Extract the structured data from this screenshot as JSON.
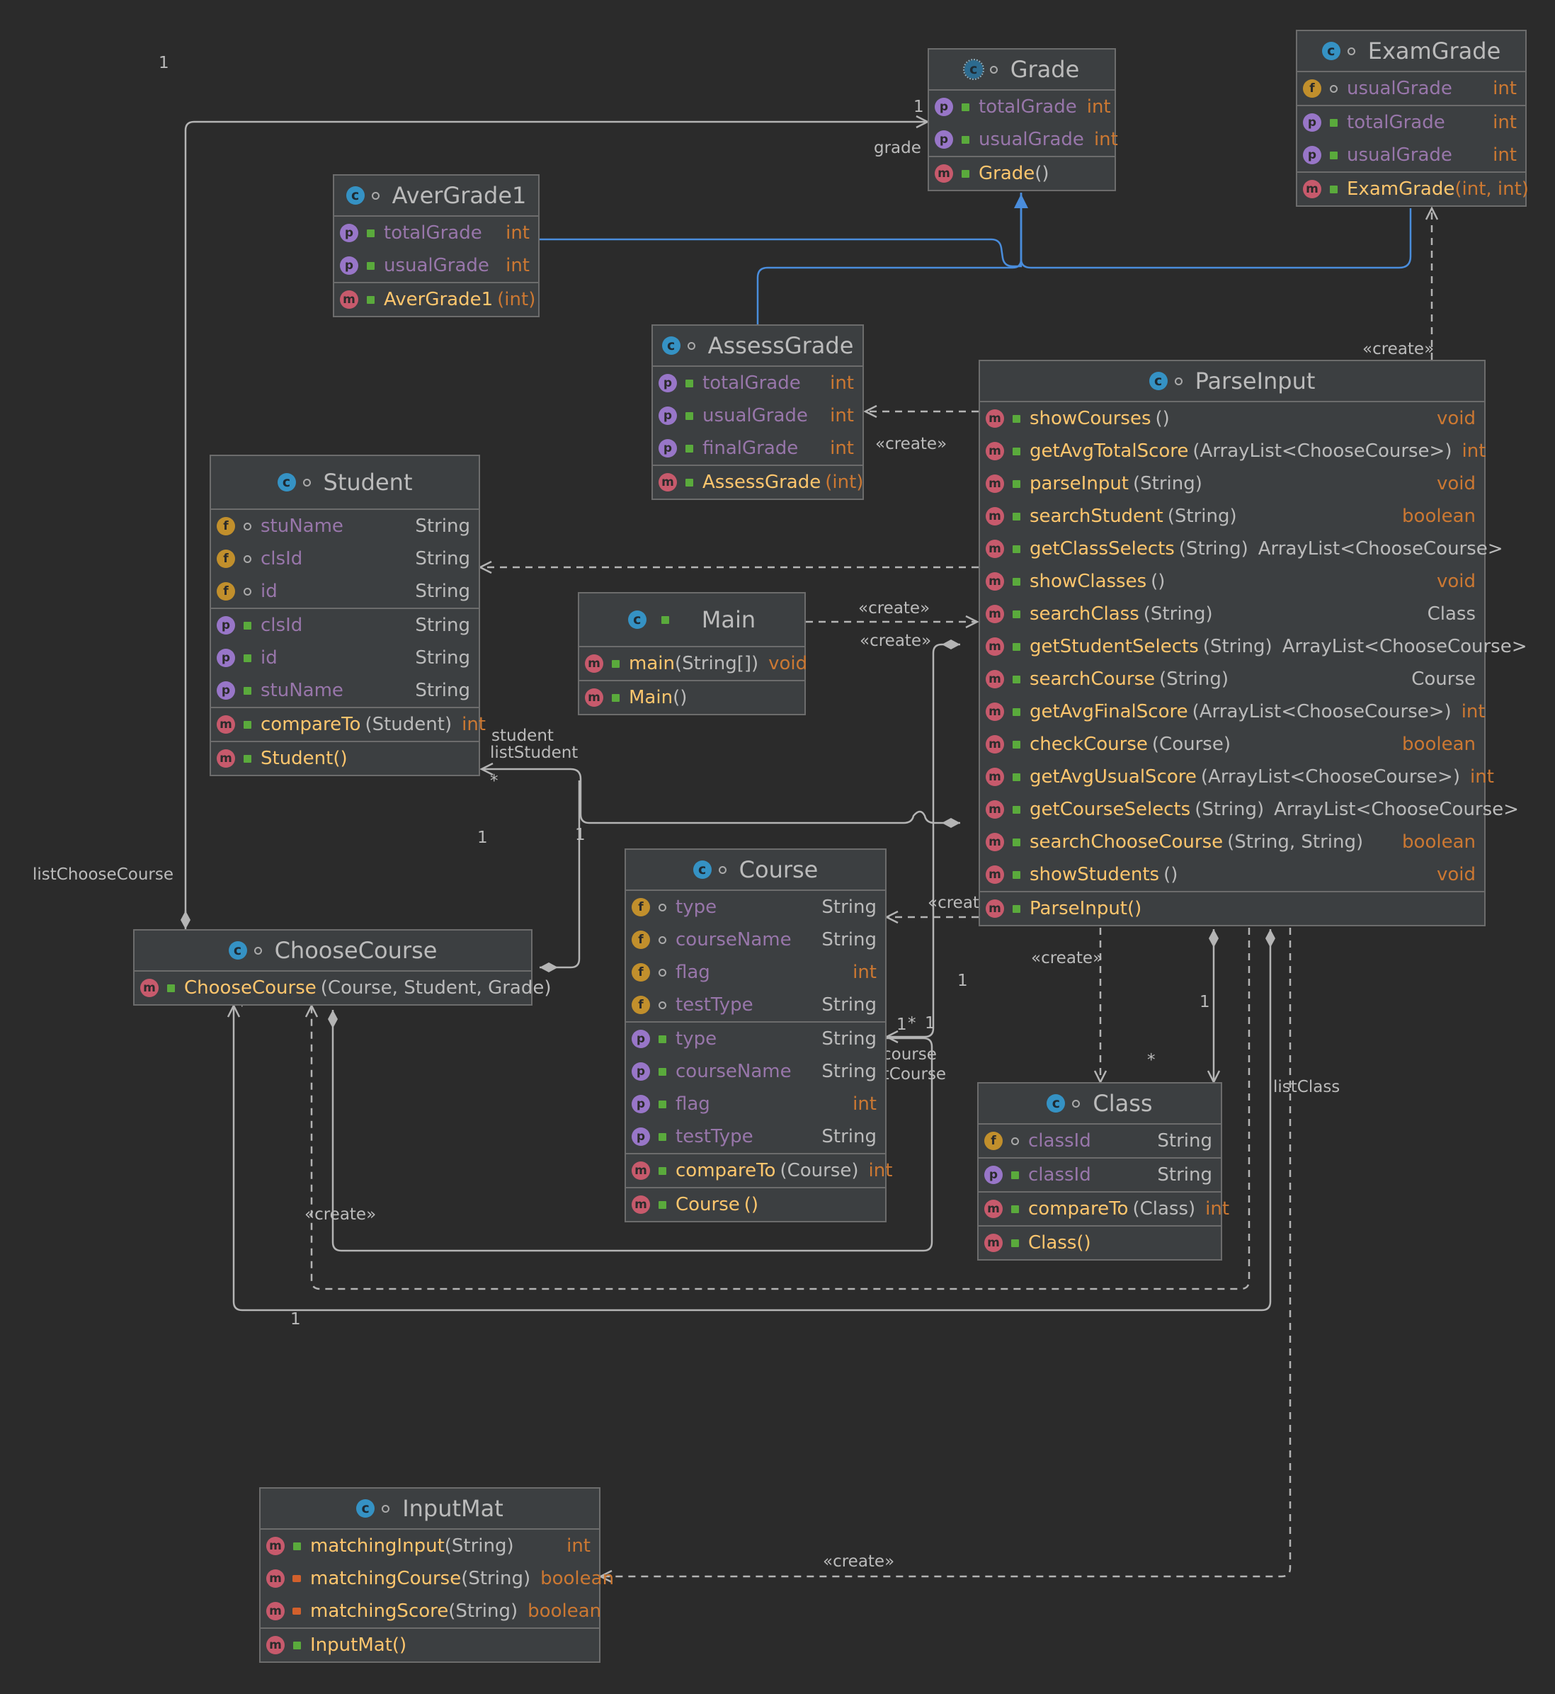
{
  "classes": {
    "grade": {
      "name": "Grade",
      "fields": [],
      "properties": [
        {
          "name": "totalGrade",
          "type": "int"
        },
        {
          "name": "usualGrade",
          "type": "int"
        }
      ],
      "methods": [
        {
          "name": "Grade",
          "params": "()",
          "type": ""
        }
      ]
    },
    "examgrade": {
      "name": "ExamGrade",
      "fields": [
        {
          "name": "usualGrade",
          "type": "int"
        }
      ],
      "properties": [
        {
          "name": "totalGrade",
          "type": "int"
        },
        {
          "name": "usualGrade",
          "type": "int"
        }
      ],
      "methods": [
        {
          "name": "ExamGrade",
          "params": "(int, int)",
          "type": ""
        }
      ]
    },
    "avergrade1": {
      "name": "AverGrade1",
      "fields": [],
      "properties": [
        {
          "name": "totalGrade",
          "type": "int"
        },
        {
          "name": "usualGrade",
          "type": "int"
        }
      ],
      "methods": [
        {
          "name": "AverGrade1",
          "params": "(int)",
          "type": ""
        }
      ]
    },
    "assessgrade": {
      "name": "AssessGrade",
      "fields": [],
      "properties": [
        {
          "name": "totalGrade",
          "type": "int"
        },
        {
          "name": "usualGrade",
          "type": "int"
        },
        {
          "name": "finalGrade",
          "type": "int"
        }
      ],
      "methods": [
        {
          "name": "AssessGrade",
          "params": "(int)",
          "type": ""
        }
      ]
    },
    "student": {
      "name": "Student",
      "fields": [
        {
          "name": "stuName",
          "type": "String"
        },
        {
          "name": "clsId",
          "type": "String"
        },
        {
          "name": "id",
          "type": "String"
        }
      ],
      "properties": [
        {
          "name": "clsId",
          "type": "String"
        },
        {
          "name": "id",
          "type": "String"
        },
        {
          "name": "stuName",
          "type": "String"
        }
      ],
      "methods": [
        {
          "name": "compareTo",
          "params": "(Student)",
          "type": "int"
        }
      ],
      "constructors": [
        {
          "name": "Student",
          "params": "()",
          "type": ""
        }
      ]
    },
    "main": {
      "name": "Main",
      "methods": [
        {
          "name": "main",
          "params": "(String[])",
          "type": "void"
        },
        {
          "name": "Main",
          "params": "()",
          "type": ""
        }
      ]
    },
    "parseinput": {
      "name": "ParseInput",
      "methods": [
        {
          "name": "showCourses",
          "params": "()",
          "type": "void"
        },
        {
          "name": "getAvgTotalScore",
          "params": "(ArrayList<ChooseCourse>)",
          "type": "int"
        },
        {
          "name": "parseInput",
          "params": "(String)",
          "type": "void"
        },
        {
          "name": "searchStudent",
          "params": "(String)",
          "type": "boolean"
        },
        {
          "name": "getClassSelects",
          "params": "(String)",
          "type": "ArrayList<ChooseCourse>"
        },
        {
          "name": "showClasses",
          "params": "()",
          "type": "void"
        },
        {
          "name": "searchClass",
          "params": "(String)",
          "type": "Class"
        },
        {
          "name": "getStudentSelects",
          "params": "(String)",
          "type": "ArrayList<ChooseCourse>"
        },
        {
          "name": "searchCourse",
          "params": "(String)",
          "type": "Course"
        },
        {
          "name": "getAvgFinalScore",
          "params": "(ArrayList<ChooseCourse>)",
          "type": "int"
        },
        {
          "name": "checkCourse",
          "params": "(Course)",
          "type": "boolean"
        },
        {
          "name": "getAvgUsualScore",
          "params": "(ArrayList<ChooseCourse>)",
          "type": "int"
        },
        {
          "name": "getCourseSelects",
          "params": "(String)",
          "type": "ArrayList<ChooseCourse>"
        },
        {
          "name": "searchChooseCourse",
          "params": "(String, String)",
          "type": "boolean"
        },
        {
          "name": "showStudents",
          "params": "()",
          "type": "void"
        }
      ],
      "constructors": [
        {
          "name": "ParseInput",
          "params": "()",
          "type": ""
        }
      ]
    },
    "course": {
      "name": "Course",
      "fields": [
        {
          "name": "type",
          "type": "String"
        },
        {
          "name": "courseName",
          "type": "String"
        },
        {
          "name": "flag",
          "type": "int"
        },
        {
          "name": "testType",
          "type": "String"
        }
      ],
      "properties": [
        {
          "name": "type",
          "type": "String"
        },
        {
          "name": "courseName",
          "type": "String"
        },
        {
          "name": "flag",
          "type": "int"
        },
        {
          "name": "testType",
          "type": "String"
        }
      ],
      "methods": [
        {
          "name": "compareTo",
          "params": "(Course)",
          "type": "int"
        }
      ],
      "constructors": [
        {
          "name": "Course",
          "params": "()",
          "type": ""
        }
      ]
    },
    "choosecourse": {
      "name": "ChooseCourse",
      "methods": [
        {
          "name": "ChooseCourse",
          "params": "(Course, Student, Grade)",
          "type": ""
        }
      ]
    },
    "class": {
      "name": "Class",
      "fields": [
        {
          "name": "classId",
          "type": "String"
        }
      ],
      "properties": [
        {
          "name": "classId",
          "type": "String"
        }
      ],
      "methods": [
        {
          "name": "compareTo",
          "params": "(Class)",
          "type": "int"
        }
      ],
      "constructors": [
        {
          "name": "Class",
          "params": "()",
          "type": ""
        }
      ]
    },
    "inputmat": {
      "name": "InputMat",
      "methods": [
        {
          "name": "matchingInput",
          "params": "(String)",
          "type": "int"
        },
        {
          "name": "matchingCourse",
          "params": "(String)",
          "type": "boolean"
        },
        {
          "name": "matchingScore",
          "params": "(String)",
          "type": "boolean"
        }
      ],
      "constructors": [
        {
          "name": "InputMat",
          "params": "()",
          "type": ""
        }
      ]
    }
  },
  "labels": {
    "create": "«create»",
    "grade": "grade",
    "listChooseCourse": "listChooseCourse",
    "student": "student",
    "listStudent": "listStudent",
    "course": "course",
    "listCourse": "listCourse",
    "listClass": "listClass",
    "one": "1",
    "many": "*"
  },
  "colors": {
    "background": "#2b2b2b",
    "node": "#3c3f41",
    "edge": "#b4b4b4",
    "generalization": "#4a8ddc",
    "field_name": "#9876aa",
    "method_name": "#ffc66d",
    "keyword_type": "#cc7832"
  }
}
